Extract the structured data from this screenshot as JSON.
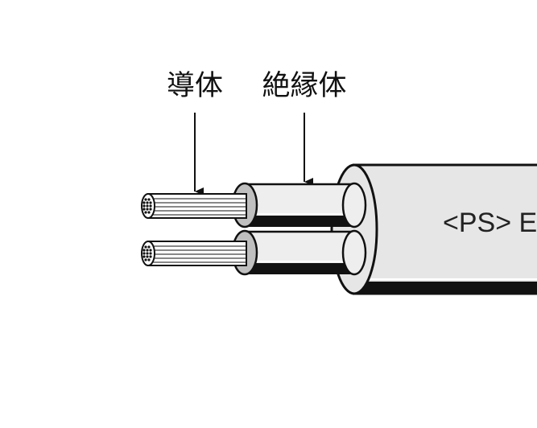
{
  "labels": {
    "conductor": "導体",
    "insulator": "絶縁体"
  },
  "cable_marking": "<PS> E",
  "colors": {
    "background": "#ffffff",
    "outline": "#111111",
    "sheath_fill": "#e6e6e6",
    "insulator_fill": "#eeeeee",
    "insulator_end": "#bfbfbf",
    "wire": "#ffffff",
    "shadow": "#111111"
  }
}
